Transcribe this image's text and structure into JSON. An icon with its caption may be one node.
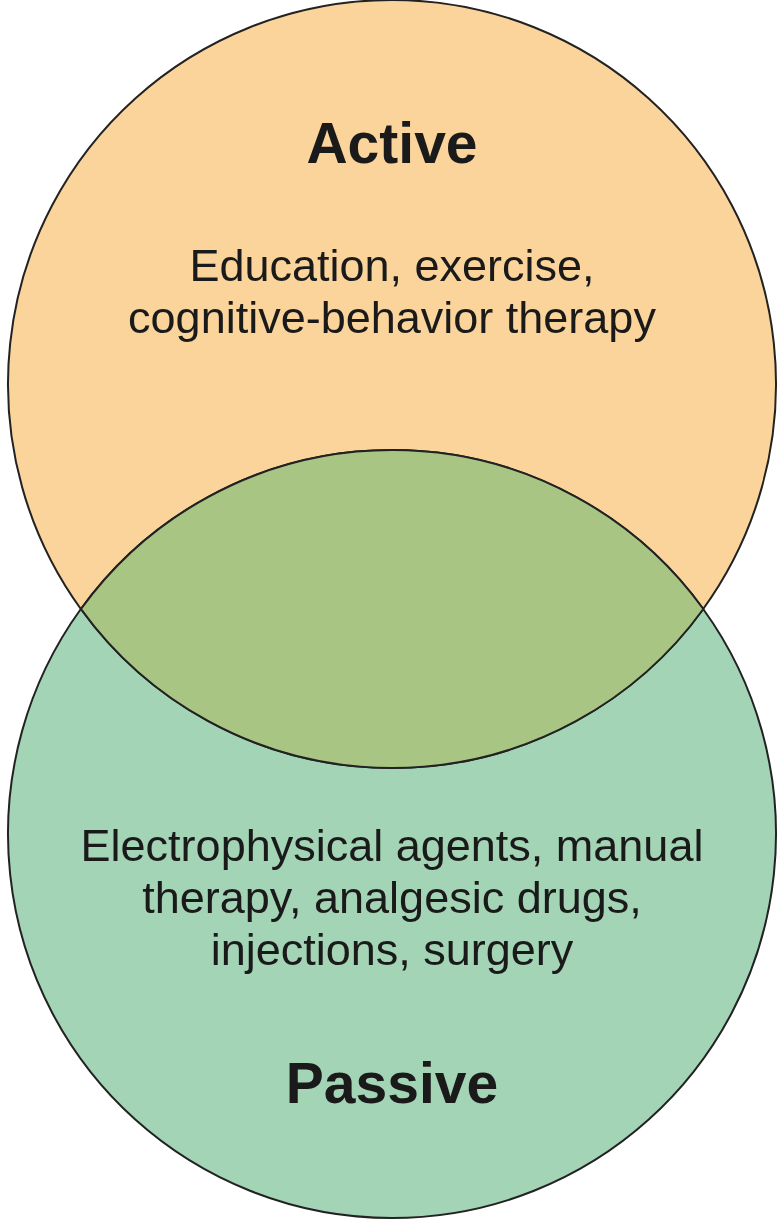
{
  "diagram": {
    "nodes": [
      {
        "text": [
          "Active",
          "Education, exercise, cognitive-behavior therapy"
        ]
      },
      {
        "text": [
          "Electrophysical agents, manual therapy, analgesic drugs, injections, surgery",
          "Passive"
        ]
      },
      {
        "text": [],
        "shape": "lens"
      }
    ]
  }
}
